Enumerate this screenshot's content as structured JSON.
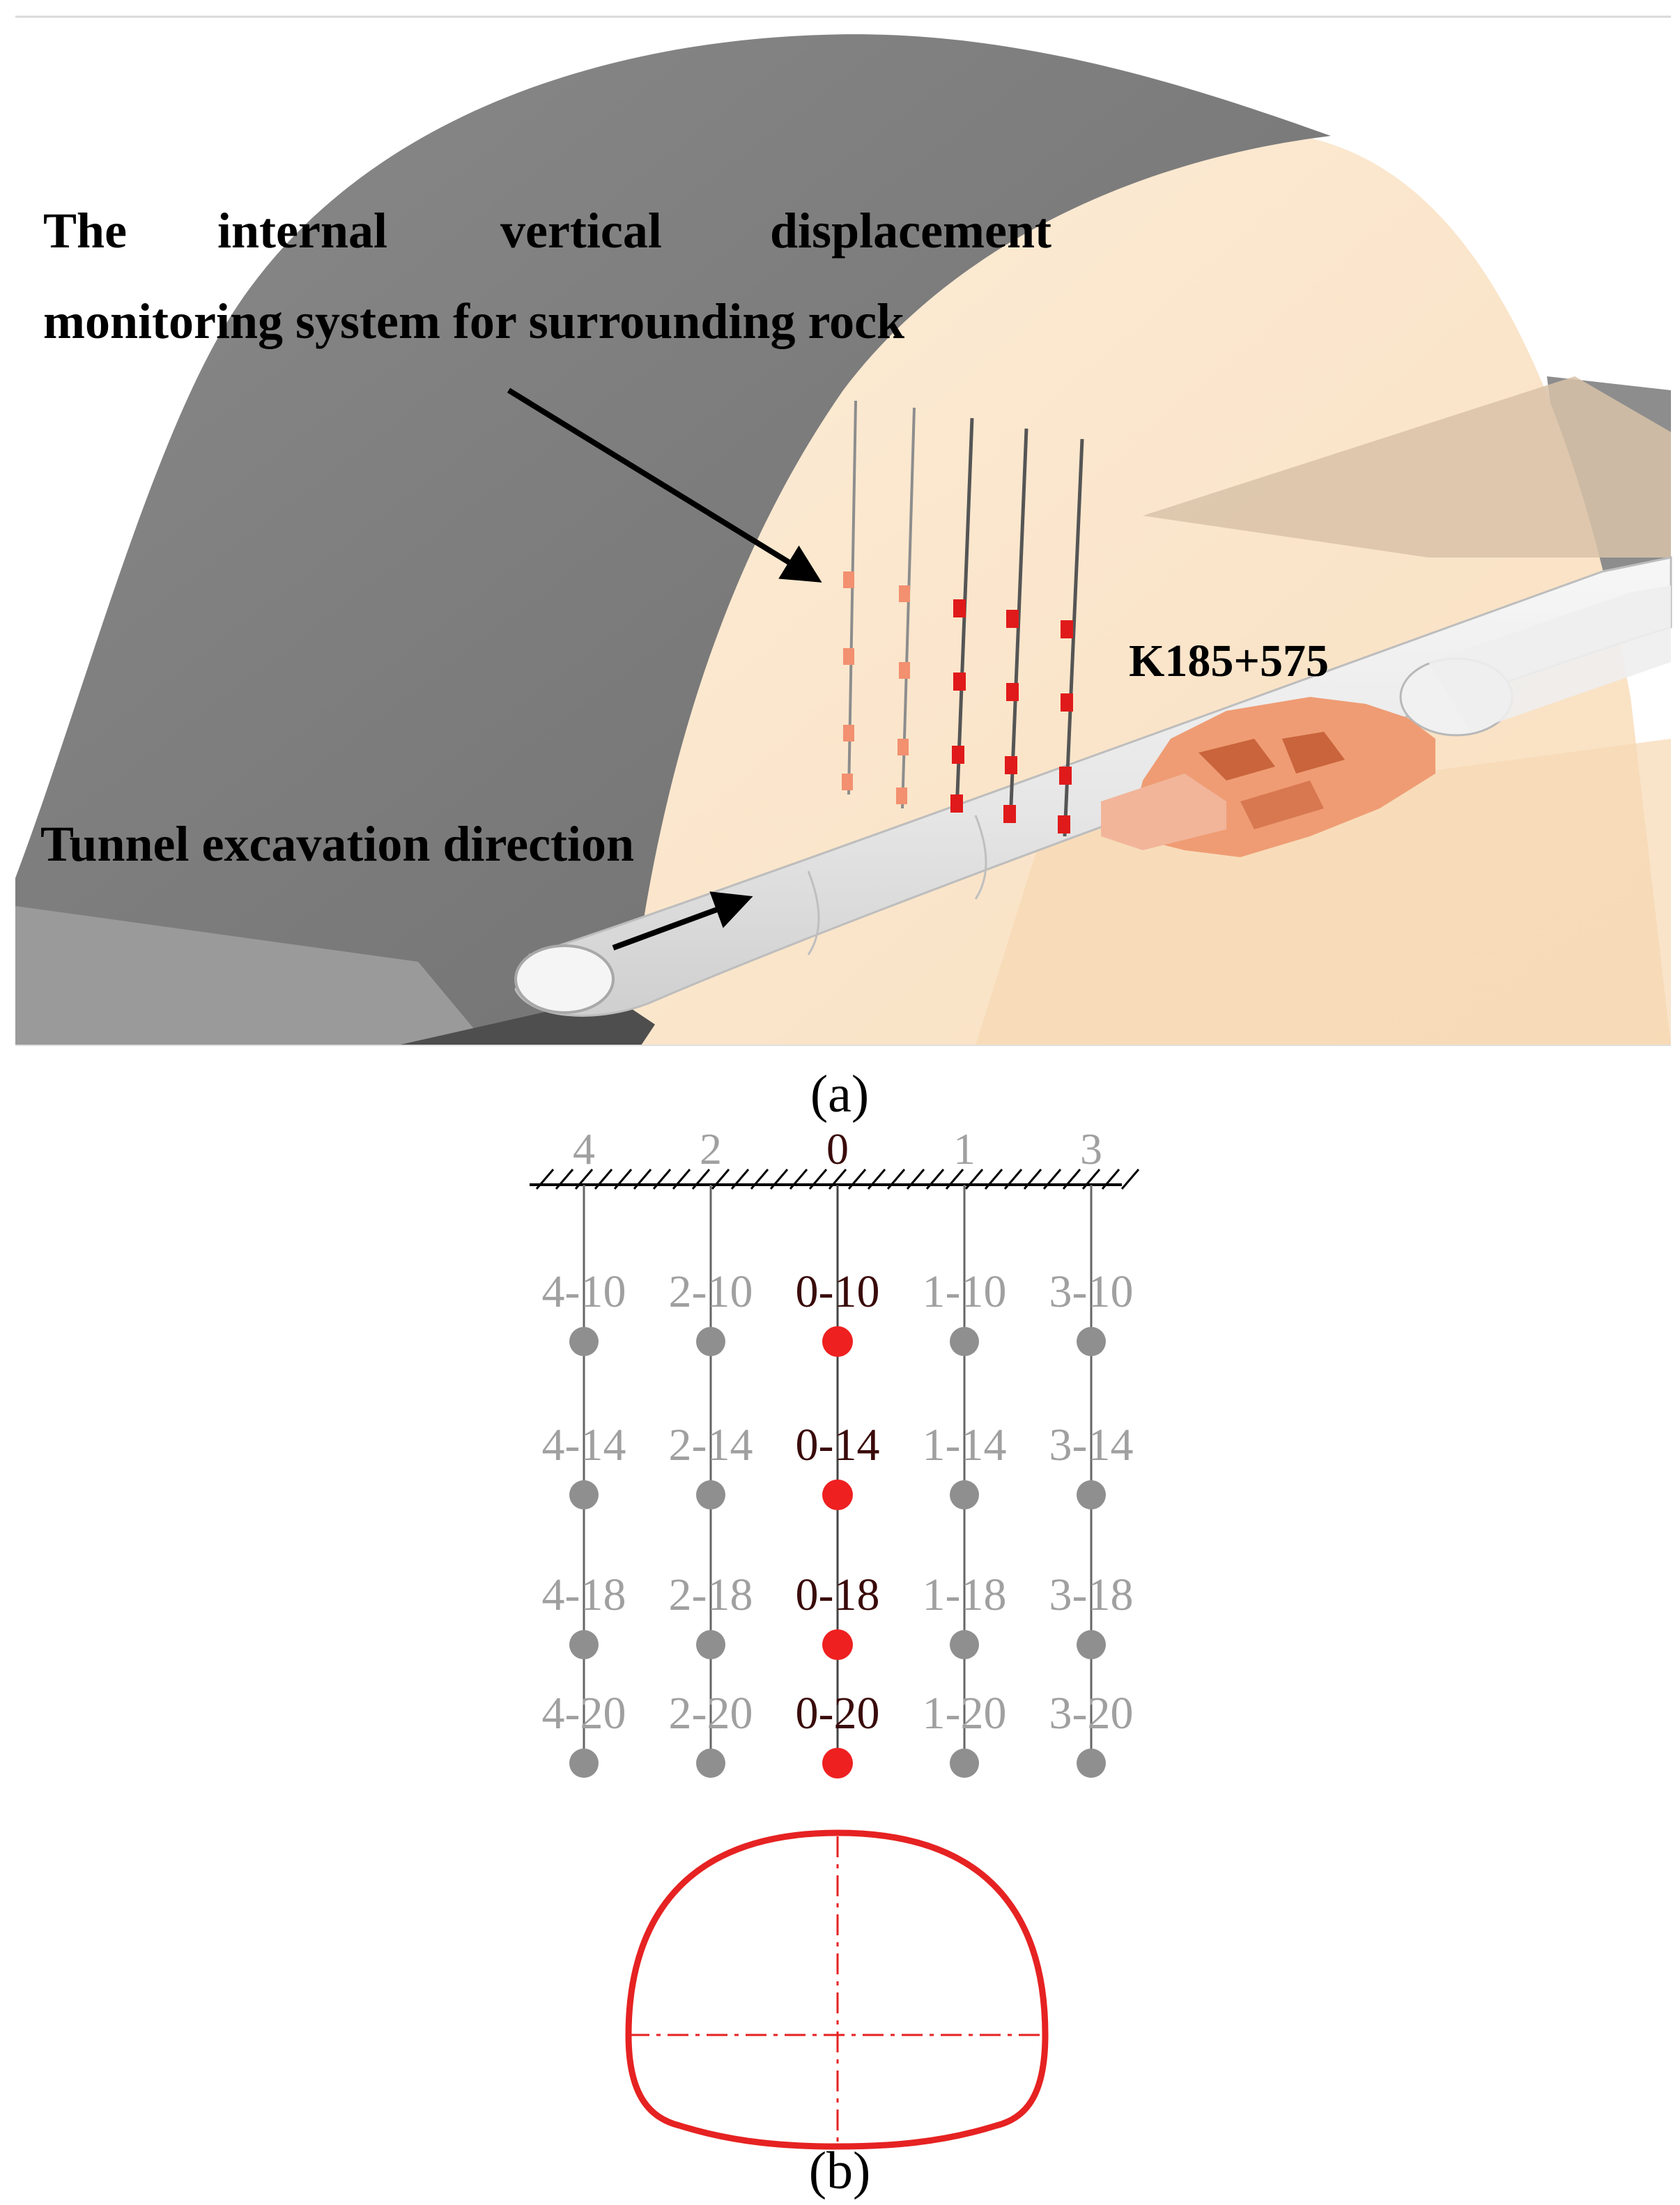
{
  "panel_a": {
    "annotation_1_line1": [
      "The",
      "internal",
      "vertical",
      "displacement"
    ],
    "annotation_1_line2": "monitoring system for surrounding rock",
    "annotation_2": "Tunnel excavation direction",
    "station_label": "K185+575",
    "caption": "(a)"
  },
  "panel_b": {
    "caption": "(b)",
    "boreholes": [
      {
        "id": "4",
        "highlight": false
      },
      {
        "id": "2",
        "highlight": false
      },
      {
        "id": "0",
        "highlight": true
      },
      {
        "id": "1",
        "highlight": false
      },
      {
        "id": "3",
        "highlight": false
      }
    ],
    "depths": [
      "10",
      "14",
      "18",
      "20"
    ],
    "point_labels": [
      [
        "4-10",
        "2-10",
        "0-10",
        "1-10",
        "3-10"
      ],
      [
        "4-14",
        "2-14",
        "0-14",
        "1-14",
        "3-14"
      ],
      [
        "4-18",
        "2-18",
        "0-18",
        "1-18",
        "3-18"
      ],
      [
        "4-20",
        "2-20",
        "0-20",
        "1-20",
        "3-20"
      ]
    ]
  },
  "colors": {
    "mountain_gray": "#7b7b7b",
    "rock_beige": "#fbe8cf",
    "tunnel_white": "#ebebeb",
    "tbm_orange": "#f0a07a",
    "sensor_red": "#e01a1a",
    "label_gray": "#a0a0a0",
    "highlight_red": "#ee2020",
    "highlight_text": "#3a0a0a"
  }
}
